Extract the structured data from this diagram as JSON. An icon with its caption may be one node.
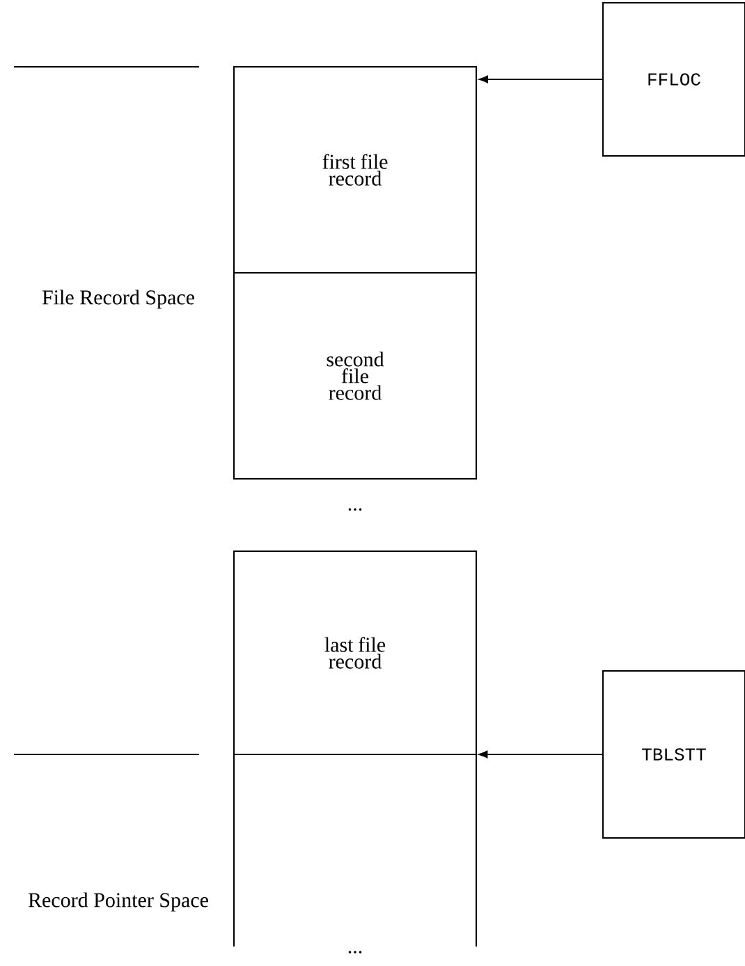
{
  "diagram": {
    "nodes": [
      {
        "text": [
          "first file record"
        ]
      },
      {
        "text": [
          "second file record"
        ]
      },
      {
        "text": [
          "last file record"
        ]
      },
      {
        "text": [],
        "shape": "box"
      },
      {
        "text": [
          "FFLOC"
        ]
      },
      {
        "text": [
          "TBLSTT"
        ]
      }
    ],
    "edges": [
      {
        "from": 4,
        "to": 0,
        "arrow": "to"
      },
      {
        "from": 5,
        "to": 3,
        "arrow": "to"
      }
    ],
    "labels": [
      "File Record Space",
      "...",
      "Record Pointer Space",
      "..."
    ]
  }
}
